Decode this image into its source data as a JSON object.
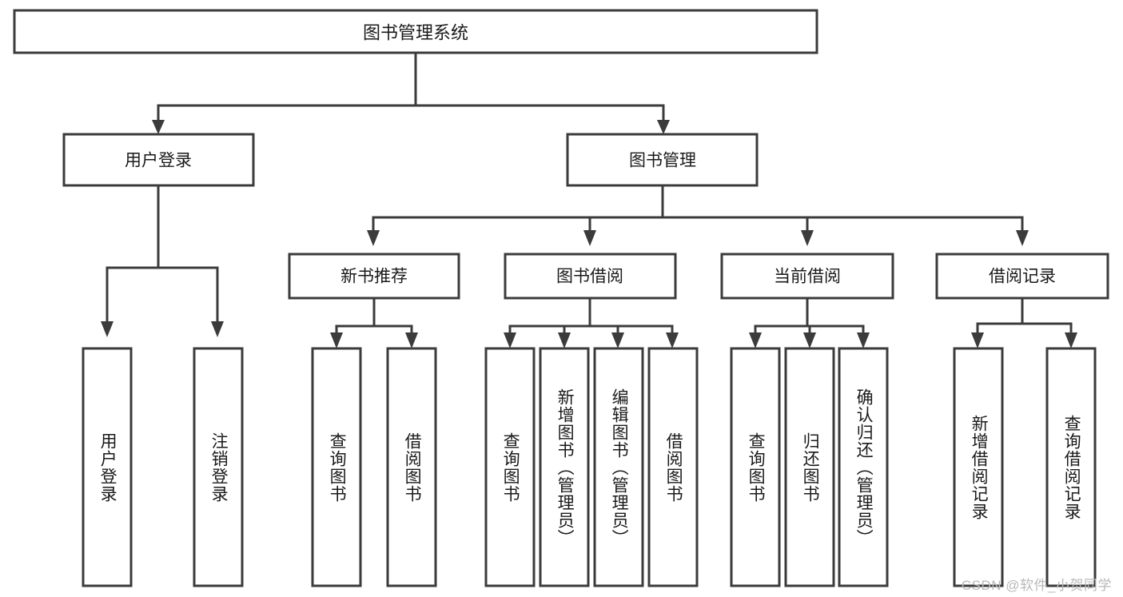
{
  "diagram": {
    "title": "图书管理系统",
    "type": "hierarchy-tree",
    "orientation": "top-down",
    "theme": {
      "background": "#ffffff",
      "box_fill": "#ffffff",
      "box_stroke": "#3b3b3b",
      "connector_stroke": "#3b3b3b",
      "text_color": "#1a1a1a",
      "watermark_color": "#b9b9b9"
    },
    "levels": {
      "root": {
        "label": "图书管理系统"
      },
      "level2": [
        {
          "label": "用户登录"
        },
        {
          "label": "图书管理"
        }
      ],
      "level3": [
        {
          "label": "新书推荐"
        },
        {
          "label": "图书借阅"
        },
        {
          "label": "当前借阅"
        },
        {
          "label": "借阅记录"
        }
      ],
      "leaves_user_login": [
        {
          "label": "用户登录"
        },
        {
          "label": "注销登录"
        }
      ],
      "leaves_new_book": [
        {
          "label": "查询图书"
        },
        {
          "label": "借阅图书"
        }
      ],
      "leaves_borrow": [
        {
          "label": "查询图书"
        },
        {
          "label": "新增图书（管理员）"
        },
        {
          "label": "编辑图书（管理员）"
        },
        {
          "label": "借阅图书"
        }
      ],
      "leaves_current": [
        {
          "label": "查询图书"
        },
        {
          "label": "归还图书"
        },
        {
          "label": "确认归还（管理员）"
        }
      ],
      "leaves_records": [
        {
          "label": "新增借阅记录"
        },
        {
          "label": "查询借阅记录"
        }
      ]
    }
  },
  "watermark": {
    "text": "CSDN @软件_小贺同学"
  }
}
